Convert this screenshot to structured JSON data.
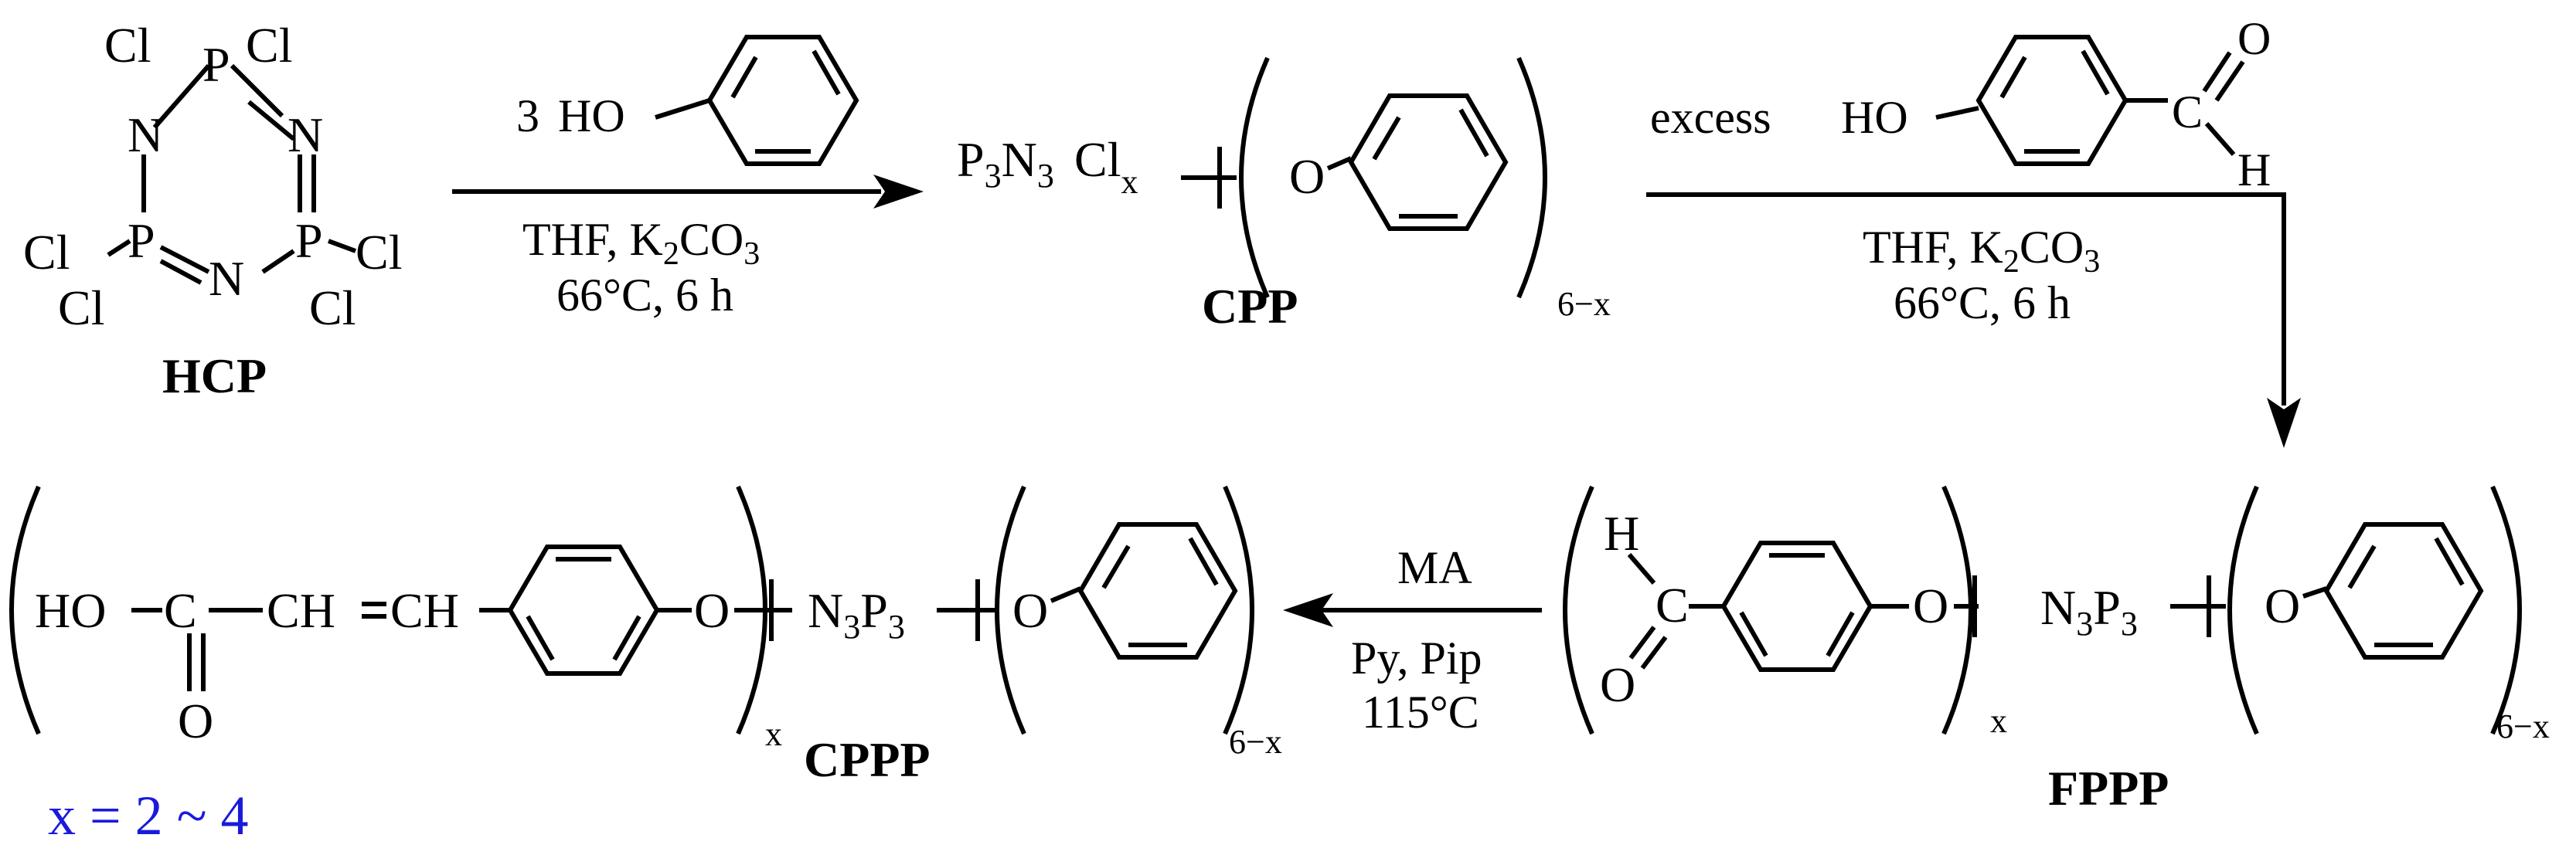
{
  "hcp": {
    "atoms": {
      "cl": "Cl",
      "p": "P",
      "n": "N"
    },
    "label": "HCP"
  },
  "step1": {
    "reagent_coef": "3",
    "reagent_ho": "HO",
    "cond1": "THF, K",
    "cond1_sub": "2",
    "cond1_tail": "CO",
    "cond1_sub2": "3",
    "cond2": "66°C, 6 h"
  },
  "cpp": {
    "p3n3_p": "P",
    "p3n3_sub1": "3",
    "p3n3_n": "N",
    "p3n3_sub2": "3",
    "cl": "Cl",
    "cl_sub": "x",
    "o": "O",
    "sub_6x": "6−x",
    "label": "CPP"
  },
  "step2": {
    "excess": "excess",
    "ho": "HO",
    "c": "C",
    "o": "O",
    "h": "H",
    "cond1": "THF, K",
    "cond1_sub": "2",
    "cond1_tail": "CO",
    "cond1_sub2": "3",
    "cond2": "66°C, 6 h"
  },
  "fppp": {
    "h": "H",
    "c": "C",
    "o_carbonyl": "O",
    "o_ether": "O",
    "sub_x": "x",
    "n3p3_n": "N",
    "n3p3_sub1": "3",
    "n3p3_p": "P",
    "n3p3_sub2": "3",
    "o_phenoxy": "O",
    "sub_6x": "6−x",
    "label": "FPPP"
  },
  "step3": {
    "reagent": "MA",
    "cond1": "Py, Pip",
    "cond2": "115°C"
  },
  "cppp": {
    "ho": "HO",
    "c": "C",
    "ch1": "CH",
    "ch2": "CH",
    "o_carbonyl": "O",
    "o_ether": "O",
    "sub_x": "x",
    "n3p3_n": "N",
    "n3p3_sub1": "3",
    "n3p3_p": "P",
    "n3p3_sub2": "3",
    "o_phenoxy": "O",
    "sub_6x": "6−x",
    "label": "CPPP",
    "x_range": "x = 2 ~ 4"
  },
  "colors": {
    "ink": "#000000",
    "highlight": "#1a1adc",
    "background": "#ffffff"
  }
}
